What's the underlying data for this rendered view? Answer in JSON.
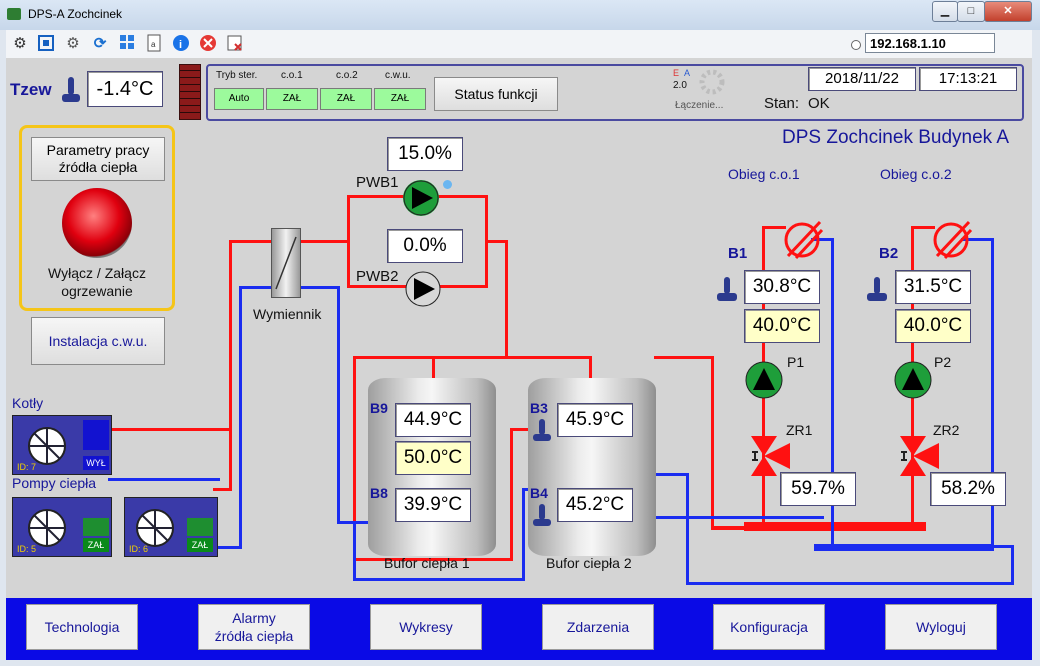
{
  "window": {
    "title": "DPS-A Zochcinek",
    "minimize": "▁",
    "maximize": "□",
    "close": "✕"
  },
  "toolbar": {
    "ip": "192.168.1.10"
  },
  "outside": {
    "label": "Tzew",
    "temp": "-1.4°C"
  },
  "modes": {
    "tryb_label": "Tryb ster.",
    "tryb_value": "Auto",
    "co1_label": "c.o.1",
    "co1_value": "ZAŁ",
    "co2_label": "c.o.2",
    "co2_value": "ZAŁ",
    "cwu_label": "c.w.u.",
    "cwu_value": "ZAŁ",
    "status_button": "Status funkcji"
  },
  "conn": {
    "e": "E",
    "a": "A",
    "version": "2.0",
    "label": "Łączenie..."
  },
  "clock": {
    "date": "2018/11/22",
    "time": "17:13:21",
    "state_label": "Stan:",
    "state_value": "OK"
  },
  "heading": "DPS Zochcinek Budynek A",
  "source": {
    "params_button": "Parametry pracy źródła ciepła",
    "toggle_label": "Wyłącz / Załącz ogrzewanie",
    "cwu_button": "Instalacja c.w.u."
  },
  "pwb": {
    "pwb1_label": "PWB1",
    "pwb1_value": "15.0%",
    "pwb2_label": "PWB2",
    "pwb2_value": "0.0%"
  },
  "exchanger": "Wymiennik",
  "kotly": {
    "label": "Kotły",
    "id": "ID: 7",
    "state": "WYŁ"
  },
  "pompy": {
    "label": "Pompy ciepła",
    "p1_id": "ID: 5",
    "p1_state": "ZAŁ",
    "p2_id": "ID: 6",
    "p2_state": "ZAŁ"
  },
  "buffer1": {
    "name": "Bufor ciepła 1",
    "b9_label": "B9",
    "b9_value": "44.9°C",
    "set_value": "50.0°C",
    "b8_label": "B8",
    "b8_value": "39.9°C"
  },
  "buffer2": {
    "name": "Bufor ciepła 2",
    "b3_label": "B3",
    "b3_value": "45.9°C",
    "b4_label": "B4",
    "b4_value": "45.2°C"
  },
  "co1": {
    "title": "Obieg c.o.1",
    "sensor_label": "B1",
    "temp": "30.8°C",
    "set": "40.0°C",
    "pump": "P1",
    "valve": "ZR1",
    "valve_value": "59.7%"
  },
  "co2": {
    "title": "Obieg c.o.2",
    "sensor_label": "B2",
    "temp": "31.5°C",
    "set": "40.0°C",
    "pump": "P2",
    "valve": "ZR2",
    "valve_value": "58.2%"
  },
  "nav": {
    "b1": "Technologia",
    "b2a": "Alarmy",
    "b2b": "źródła ciepła",
    "b3": "Wykresy",
    "b4": "Zdarzenia",
    "b5": "Konfiguracja",
    "b6": "Wyloguj"
  },
  "colors": {
    "supply": "#ff1111",
    "return": "#1a2cf0",
    "pump_on": "#1e9e3a",
    "nav": "#0a0ae6"
  }
}
